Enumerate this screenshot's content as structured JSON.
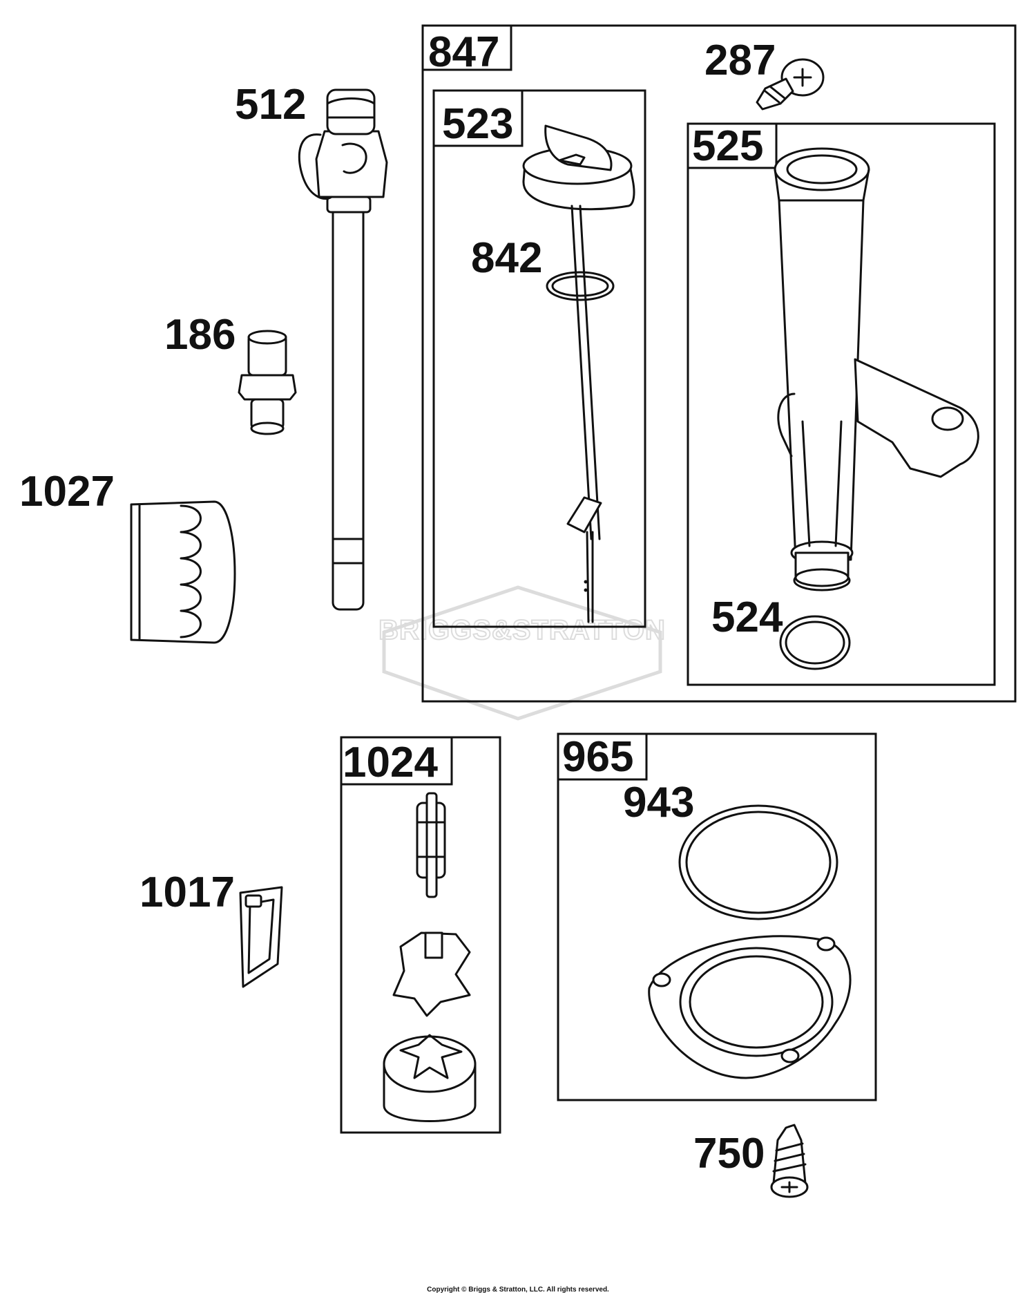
{
  "labels": {
    "p512": "512",
    "p186": "186",
    "p1027": "1027",
    "p847": "847",
    "p287": "287",
    "p523": "523",
    "p525": "525",
    "p842": "842",
    "p524": "524",
    "p1024": "1024",
    "p965": "965",
    "p943": "943",
    "p1017": "1017",
    "p750": "750"
  },
  "watermark": "BRIGGS&STRATTON",
  "copyright": "Copyright © Briggs & Stratton, LLC. All rights reserved.",
  "colors": {
    "ink": "#111111",
    "watermark": "#dcdcdc",
    "background": "#ffffff"
  }
}
